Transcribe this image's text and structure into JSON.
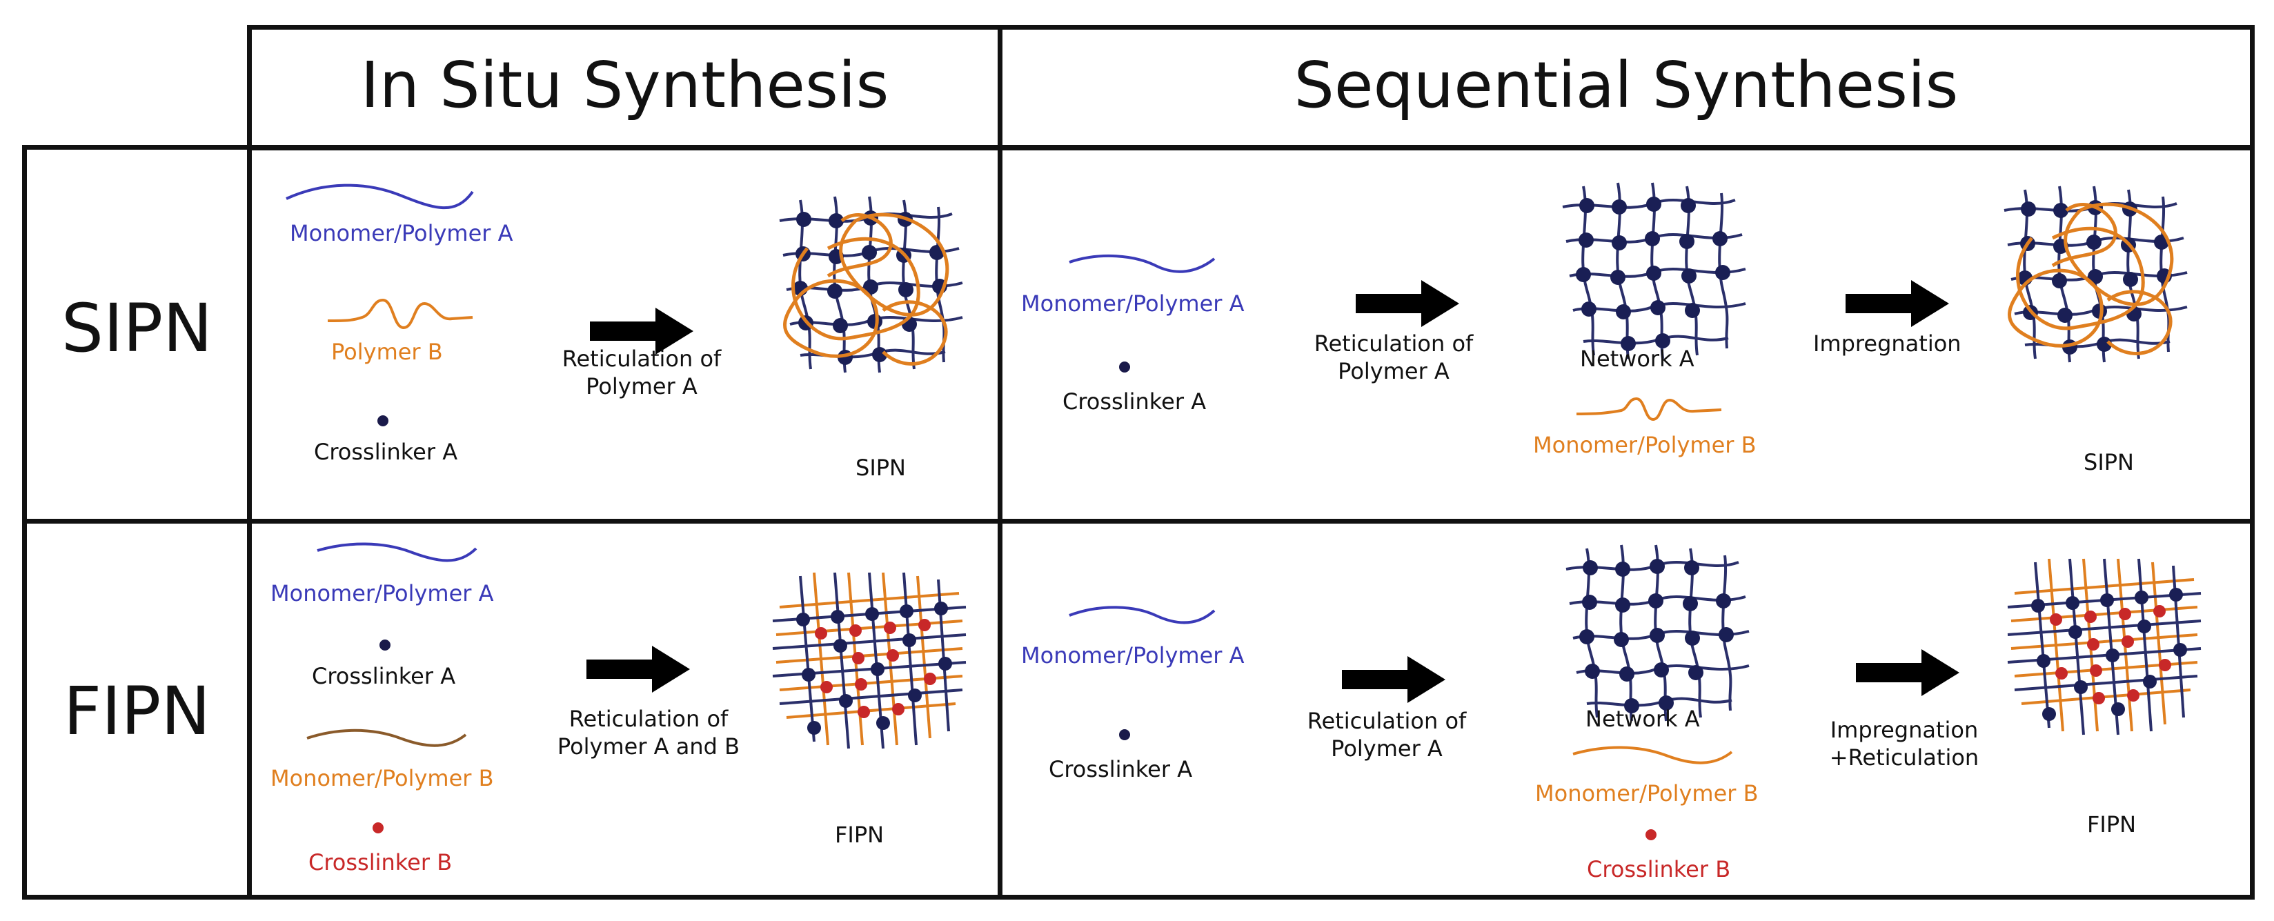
{
  "headers": {
    "in_situ": "In Situ Synthesis",
    "sequential": "Sequential Synthesis"
  },
  "rows": {
    "sipn": "SIPN",
    "fipn": "FIPN"
  },
  "sipn_in_situ": {
    "monomer_a": "Monomer/Polymer A",
    "polymer_b": "Polymer B",
    "crosslinker_a": "Crosslinker A",
    "step": "Reticulation of\nPolymer A",
    "result": "SIPN"
  },
  "sipn_sequential": {
    "monomer_a": "Monomer/Polymer A",
    "crosslinker_a": "Crosslinker A",
    "step1": "Reticulation of\nPolymer A",
    "network_a": "Network A",
    "monomer_b": "Monomer/Polymer B",
    "step2": "Impregnation",
    "result": "SIPN"
  },
  "fipn_in_situ": {
    "monomer_a": "Monomer/Polymer A",
    "crosslinker_a": "Crosslinker A",
    "monomer_b": "Monomer/Polymer B",
    "crosslinker_b": "Crosslinker B",
    "step": "Reticulation of\nPolymer A and B",
    "result": "FIPN"
  },
  "fipn_sequential": {
    "monomer_a": "Monomer/Polymer A",
    "crosslinker_a": "Crosslinker A",
    "step1": "Reticulation of\nPolymer A",
    "network_a": "Network A",
    "monomer_b": "Monomer/Polymer B",
    "crosslinker_b": "Crosslinker B",
    "step2": "Impregnation\n+Reticulation",
    "result": "FIPN"
  },
  "colors": {
    "polymer_a": "#3a3ab8",
    "polymer_b": "#e07f1f",
    "crosslinker_a": "#1a1a4a",
    "crosslinker_b": "#c82828",
    "border": "#111111"
  }
}
